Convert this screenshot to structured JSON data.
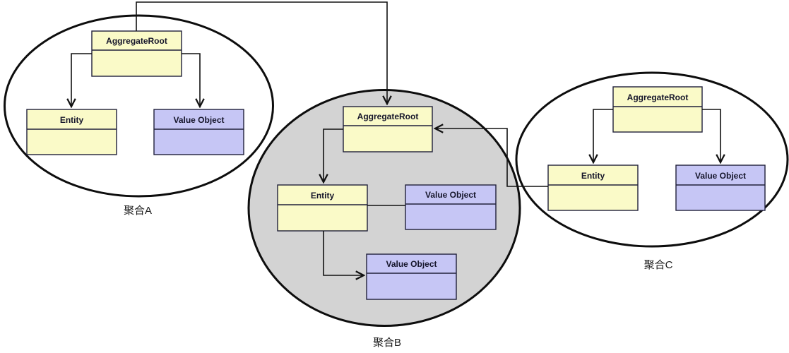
{
  "colors": {
    "entity_fill": "#FAFAC8",
    "value_object_fill": "#C6C6F5",
    "aggregate_b_fill": "#D3D3D3",
    "aggregate_a_fill": "#FFFFFF"
  },
  "aggregate_a": {
    "label": "聚合A",
    "aggregate_root": "AggregateRoot",
    "entity": "Entity",
    "value_object": "Value Object"
  },
  "aggregate_b": {
    "label": "聚合B",
    "aggregate_root": "AggregateRoot",
    "entity": "Entity",
    "value_object_1": "Value Object",
    "value_object_2": "Value Object"
  },
  "aggregate_c": {
    "label": "聚合C",
    "aggregate_root": "AggregateRoot",
    "entity": "Entity",
    "value_object": "Value Object"
  }
}
